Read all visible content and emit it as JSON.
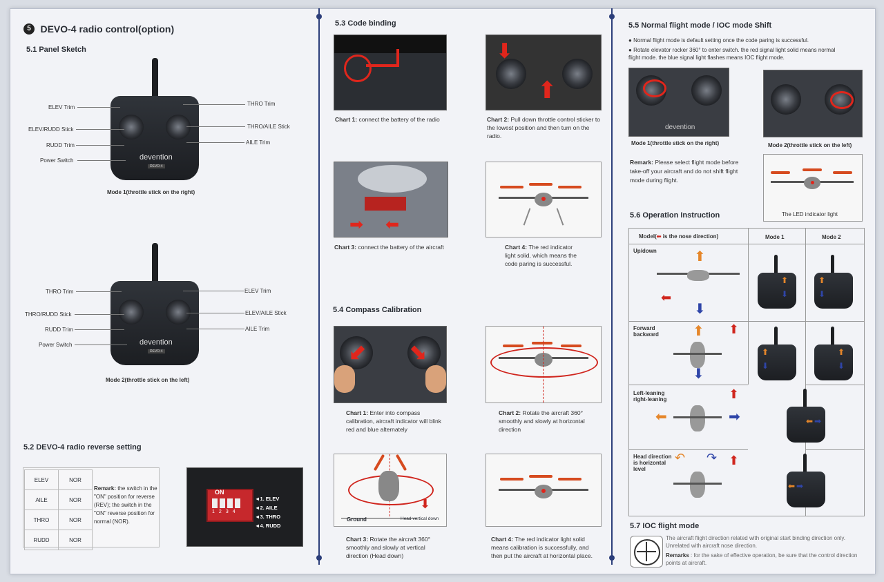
{
  "s5": {
    "num": "5",
    "title": "DEVO-4 radio control(option)"
  },
  "s51": {
    "title": "5.1 Panel Sketch",
    "mode1": {
      "labels_left": [
        "ELEV Trim",
        "ELEV/RUDD Stick",
        "RUDD Trim",
        "Power Switch"
      ],
      "labels_right": [
        "THRO Trim",
        "THRO/AILE Stick",
        "AILE Trim"
      ],
      "caption": "Mode 1(throttle stick on the right)"
    },
    "mode2": {
      "labels_left": [
        "THRO Trim",
        "THRO/RUDD Stick",
        "RUDD Trim",
        "Power Switch"
      ],
      "labels_right": [
        "ELEV Trim",
        "ELEV/AILE Stick",
        "AILE Trim"
      ],
      "caption": "Mode 2(throttle stick on the left)"
    },
    "brand": "devention",
    "model": "DEVO-4"
  },
  "s52": {
    "title": "5.2 DEVO-4 radio reverse setting",
    "rows": [
      [
        "ELEV",
        "NOR"
      ],
      [
        "AILE",
        "NOR"
      ],
      [
        "THRO",
        "NOR"
      ],
      [
        "RUDD",
        "NOR"
      ]
    ],
    "remark_bold": "Remark:",
    "remark": " the switch in the \"ON\" position for reverse (REV); the switch in the \"ON\" reverse position for normal (NOR).",
    "dip_on": "ON",
    "dip_nums": [
      "1",
      "2",
      "3",
      "4"
    ],
    "dip_labels": [
      "1. ELEV",
      "2. AILE",
      "3. THRO",
      "4. RUDD"
    ]
  },
  "s53": {
    "title": "5.3 Code binding",
    "c1b": "Chart 1:",
    "c1": " connect  the battery of the radio",
    "c2b": "Chart 2:",
    "c2": " Pull down throttle control sticker to the lowest position and then turn on the radio.",
    "c3b": "Chart 3:",
    "c3": " connect the battery of the aircraft",
    "c4b": "Chart 4:",
    "c4": " The red indicator light solid, which means the code paring is successful."
  },
  "s54": {
    "title": "5.4 Compass Calibration",
    "c1b": "Chart 1:",
    "c1": " Enter into compass calibration, aircraft indicator will blink red and blue alternately",
    "c2b": "Chart 2:",
    "c2": " Rotate the aircraft 360° smoothly and slowly at horizontal direction",
    "c3b": "Chart 3:",
    "c3": " Rotate the aircraft 360° smoothly and slowly at vertical direction (Head down)",
    "c4b": "Chart 4:",
    "c4": " The red indicator light solid means calibration is successfully, and then put the aircraft at horizontal place.",
    "ground": "Ground",
    "head_down": "Head vertical down"
  },
  "s55": {
    "title": "5.5 Normal flight mode / IOC mode Shift",
    "b1": "Normal flight mode is default setting once the code paring is successful.",
    "b2": "Rotate elevator rocker 360° to enter switch. the red signal light solid means normal flight mode. the blue signal light flashes means IOC flight mode.",
    "m1": "Mode 1(throttle stick on the right)",
    "m2": "Mode 2(throttle stick on the left)",
    "remark_bold": "Remark:",
    "remark": " Please select flight mode before take-off your aircraft and do not shift flight mode during flight.",
    "led": "The LED indicator light"
  },
  "s56": {
    "title": "5.6 Operation Instruction",
    "hdr_model_a": "Model(",
    "hdr_model_b": " is the nose direction)",
    "hdr_m1": "Mode 1",
    "hdr_m2": "Mode 2",
    "rows": [
      "Up/down",
      "Forward backward",
      "Left-leaning right-leaning",
      "Head direction is horizontal level"
    ]
  },
  "s57": {
    "title": "5.7 IOC flight mode",
    "t1": "The aircraft flight direction related with original start binding direction only. Unrelated with aircraft nose direction.",
    "remark_bold": "Remarks",
    "remark": " : for the sake of effective operation, be sure that the control direction points at aircraft."
  },
  "colors": {
    "accent": "#2c3e7a",
    "prop": "#d64b1f",
    "arrow_red": "#d0261e",
    "arrow_orange": "#e5862a",
    "arrow_blue": "#2f45a8"
  },
  "icons": {
    "compass": "compass-cross-icon"
  }
}
